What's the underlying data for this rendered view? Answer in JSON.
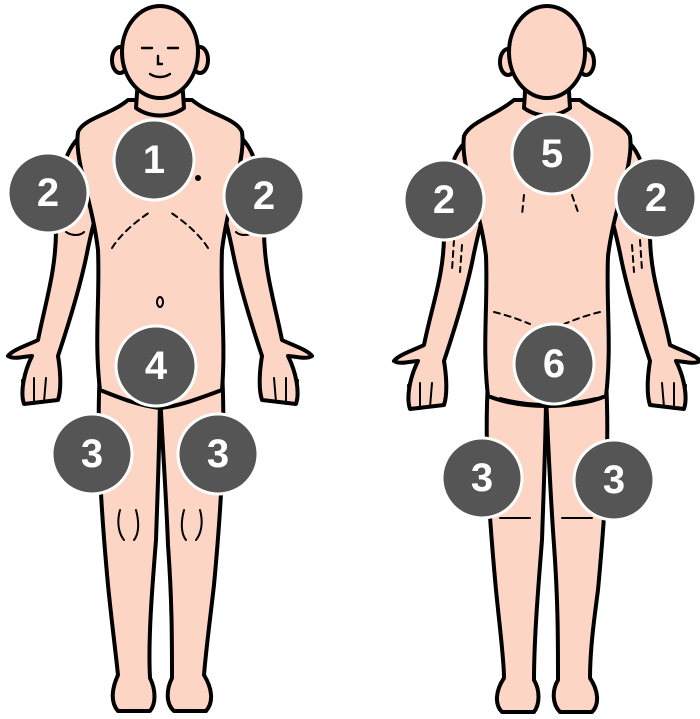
{
  "colors": {
    "skin": "#fcd5c5",
    "outline": "#000000",
    "badge_fill": "#555555",
    "badge_border": "#ffffff",
    "badge_text": "#ffffff"
  },
  "figures": [
    {
      "view": "front",
      "description_icon": "human-body-front"
    },
    {
      "view": "back",
      "description_icon": "human-body-back"
    }
  ],
  "markers": {
    "front_chest": "1",
    "front_right_arm": "2",
    "front_left_arm": "2",
    "front_pelvis": "4",
    "front_right_thigh": "3",
    "front_left_thigh": "3",
    "back_upper_back": "5",
    "back_left_arm": "2",
    "back_right_arm": "2",
    "back_buttocks": "6",
    "back_left_thigh": "3",
    "back_right_thigh": "3"
  }
}
